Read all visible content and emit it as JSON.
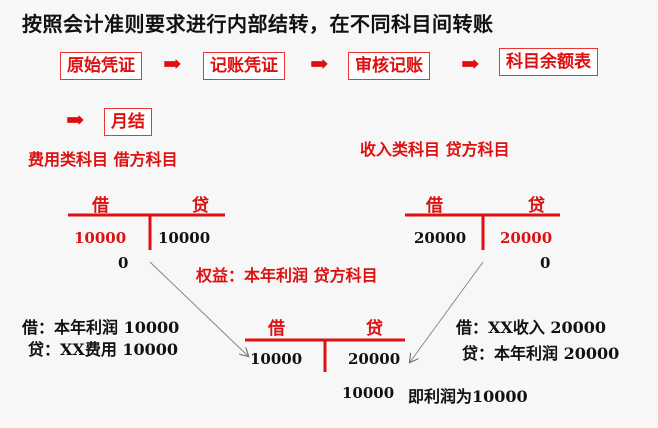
{
  "title": "按照会计准则要求进行内部结转，在不同科目间转账",
  "flow": {
    "step1": "原始凭证",
    "step2": "记账凭证",
    "step3": "审核记账",
    "step4": "科目余额表",
    "step5": "月结",
    "arrow_glyph": "➡"
  },
  "expense": {
    "caption": "费用类科目  借方科目",
    "debit_header": "借",
    "credit_header": "贷",
    "debit_value": "10000",
    "credit_value": "10000",
    "balance": "0"
  },
  "income": {
    "caption": "收入类科目  贷方科目",
    "debit_header": "借",
    "credit_header": "贷",
    "debit_value": "20000",
    "credit_value": "20000",
    "balance": "0"
  },
  "profit": {
    "caption": "权益：本年利润  贷方科目",
    "debit_header": "借",
    "credit_header": "贷",
    "debit_value": "10000",
    "credit_value": "20000",
    "result_value": "10000",
    "result_text": "即利润为10000"
  },
  "entry_left": {
    "line1": "借：本年利润 10000",
    "line2": "贷：XX费用  10000"
  },
  "entry_right": {
    "line1": "借：XX收入 20000",
    "line2": "贷：本年利润 20000"
  },
  "colors": {
    "accent_red": "#d11",
    "line_gray": "#888"
  }
}
